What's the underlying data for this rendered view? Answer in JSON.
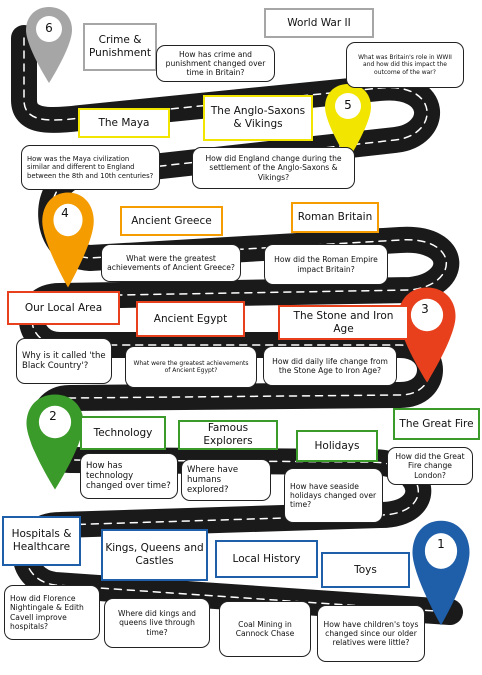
{
  "colors": {
    "grey": "#a6a6a6",
    "yellow": "#f2e600",
    "orange": "#f59c00",
    "red": "#e8401c",
    "green": "#3b9b2a",
    "blue": "#1f5ea8",
    "road": "#1a1a1a"
  },
  "pins": [
    {
      "number": "6",
      "color": "grey"
    },
    {
      "number": "5",
      "color": "yellow"
    },
    {
      "number": "4",
      "color": "orange"
    },
    {
      "number": "3",
      "color": "red"
    },
    {
      "number": "2",
      "color": "green"
    },
    {
      "number": "1",
      "color": "blue"
    }
  ],
  "topics": {
    "crime": "Crime & Punishment",
    "ww2": "World War II",
    "maya": "The Maya",
    "saxons": "The Anglo-Saxons & Vikings",
    "greece": "Ancient Greece",
    "rome": "Roman Britain",
    "local_area": "Our Local Area",
    "egypt": "Ancient Egypt",
    "stone": "The Stone and Iron Age",
    "great_fire": "The Great Fire",
    "technology": "Technology",
    "explorers": "Famous Explorers",
    "holidays": "Holidays",
    "hospitals": "Hospitals & Healthcare",
    "kings": "Kings, Queens and Castles",
    "local_history": "Local History",
    "toys": "Toys"
  },
  "questions": {
    "crime": "How has crime and punishment changed over time in Britain?",
    "ww2": "What was Britain's role in WWII and how did this impact the outcome of the war?",
    "maya": "How was the Maya civilization similar and different to England between the 8th and 10th centuries?",
    "saxons": "How did England change during the settlement of the Anglo-Saxons & Vikings?",
    "greece": "What were the greatest achievements of Ancient Greece?",
    "rome": "How did the Roman Empire impact Britain?",
    "local_area": "Why is it called 'the Black Country'?",
    "egypt": "What were the greatest achievements of Ancient Egypt?",
    "stone": "How did daily life change from the Stone Age to Iron Age?",
    "great_fire": "How did the Great Fire change London?",
    "technology": "How has technology changed over time?",
    "explorers": "Where have humans explored?",
    "holidays": "How have seaside holidays changed over time?",
    "hospitals": "How did Florence Nightingale & Edith Cavell improve hospitals?",
    "kings": "Where did kings and queens live through time?",
    "local_history": "Coal Mining in Cannock Chase",
    "toys": "How have children's toys changed since our older relatives were little?"
  }
}
